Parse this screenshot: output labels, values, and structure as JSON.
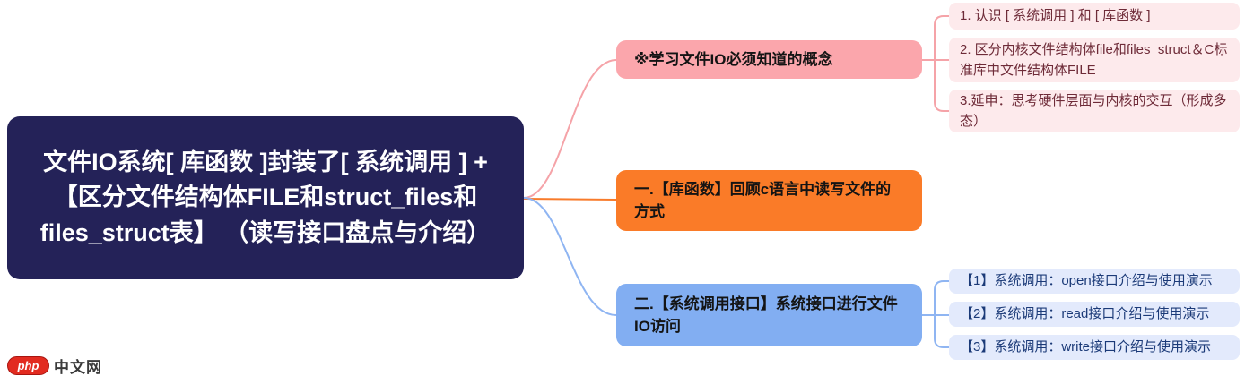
{
  "colors": {
    "root_bg": "#242258",
    "root_text": "#ffffff",
    "pink_node_bg": "#fba6ac",
    "pink_child_bg": "#fdeaec",
    "pink_child_text": "#6e2b38",
    "pink_line": "#f5a3a8",
    "orange_node_bg": "#fa7b28",
    "orange_line": "#f87b2b",
    "blue_node_bg": "#82aef2",
    "blue_child_bg": "#e3eafc",
    "blue_child_text": "#1b3a78",
    "blue_line": "#8fb5f2",
    "node_text": "#141414",
    "canvas_bg": "#ffffff",
    "logo_red": "#e22b20",
    "logo_text": "#3a3a3a"
  },
  "mindmap": {
    "root": {
      "label": "文件IO系统[ 库函数 ]封装了[ 系统调用 ] +【区分文件结构体FILE和struct_files和files_struct表】 （读写接口盘点与介绍）"
    },
    "branches": [
      {
        "label": "※学习文件IO必须知道的概念",
        "children": [
          {
            "label": "1. 认识 [ 系统调用 ] 和 [ 库函数 ]"
          },
          {
            "label": "2. 区分内核文件结构体file和files_struct＆C标准库中文件结构体FILE"
          },
          {
            "label": "3.延申：思考硬件层面与内核的交互（形成多态）"
          }
        ]
      },
      {
        "label": "一.【库函数】回顾c语言中读写文件的方式",
        "children": []
      },
      {
        "label": "二.【系统调用接口】系统接口进行文件IO访问",
        "children": [
          {
            "label": "【1】系统调用：open接口介绍与使用演示"
          },
          {
            "label": "【2】系统调用：read接口介绍与使用演示"
          },
          {
            "label": "【3】系统调用：write接口介绍与使用演示"
          }
        ]
      }
    ]
  },
  "watermark": {
    "logo_badge": "php",
    "logo_name": "中文网"
  }
}
